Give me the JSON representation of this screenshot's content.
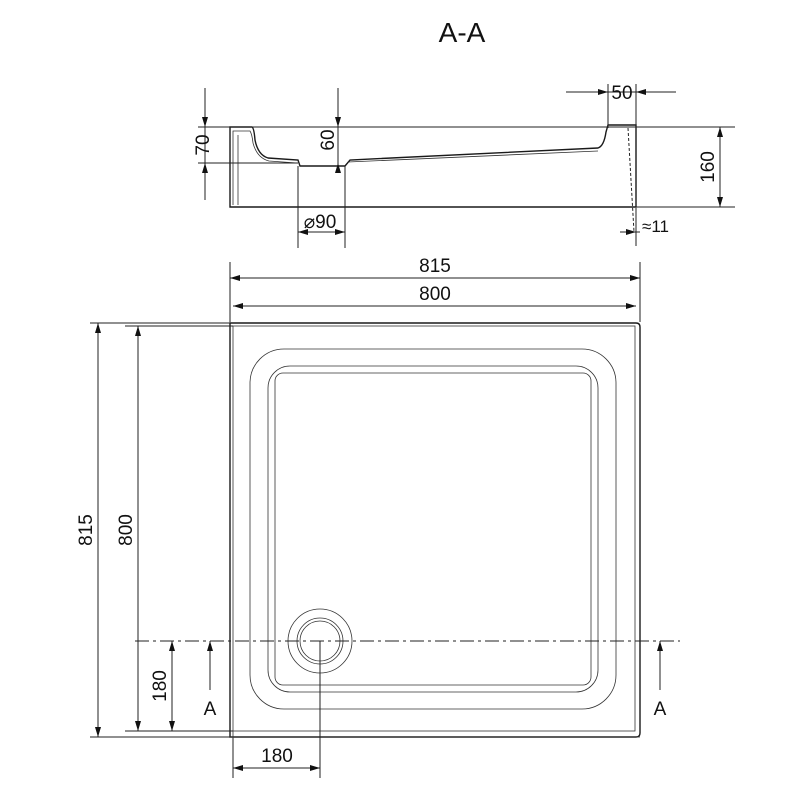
{
  "section": {
    "title": "A-A",
    "dim_rim_height": "70",
    "dim_drain_depth": "60",
    "dim_drain_diameter": "⌀90",
    "dim_wall_width": "50",
    "dim_total_height": "160",
    "dim_offset": "≈11"
  },
  "plan": {
    "dim_outer_width": "815",
    "dim_inner_width": "800",
    "dim_outer_height": "815",
    "dim_inner_height": "800",
    "dim_drain_y": "180",
    "dim_drain_x": "180",
    "section_marker_left": "A",
    "section_marker_right": "A"
  }
}
